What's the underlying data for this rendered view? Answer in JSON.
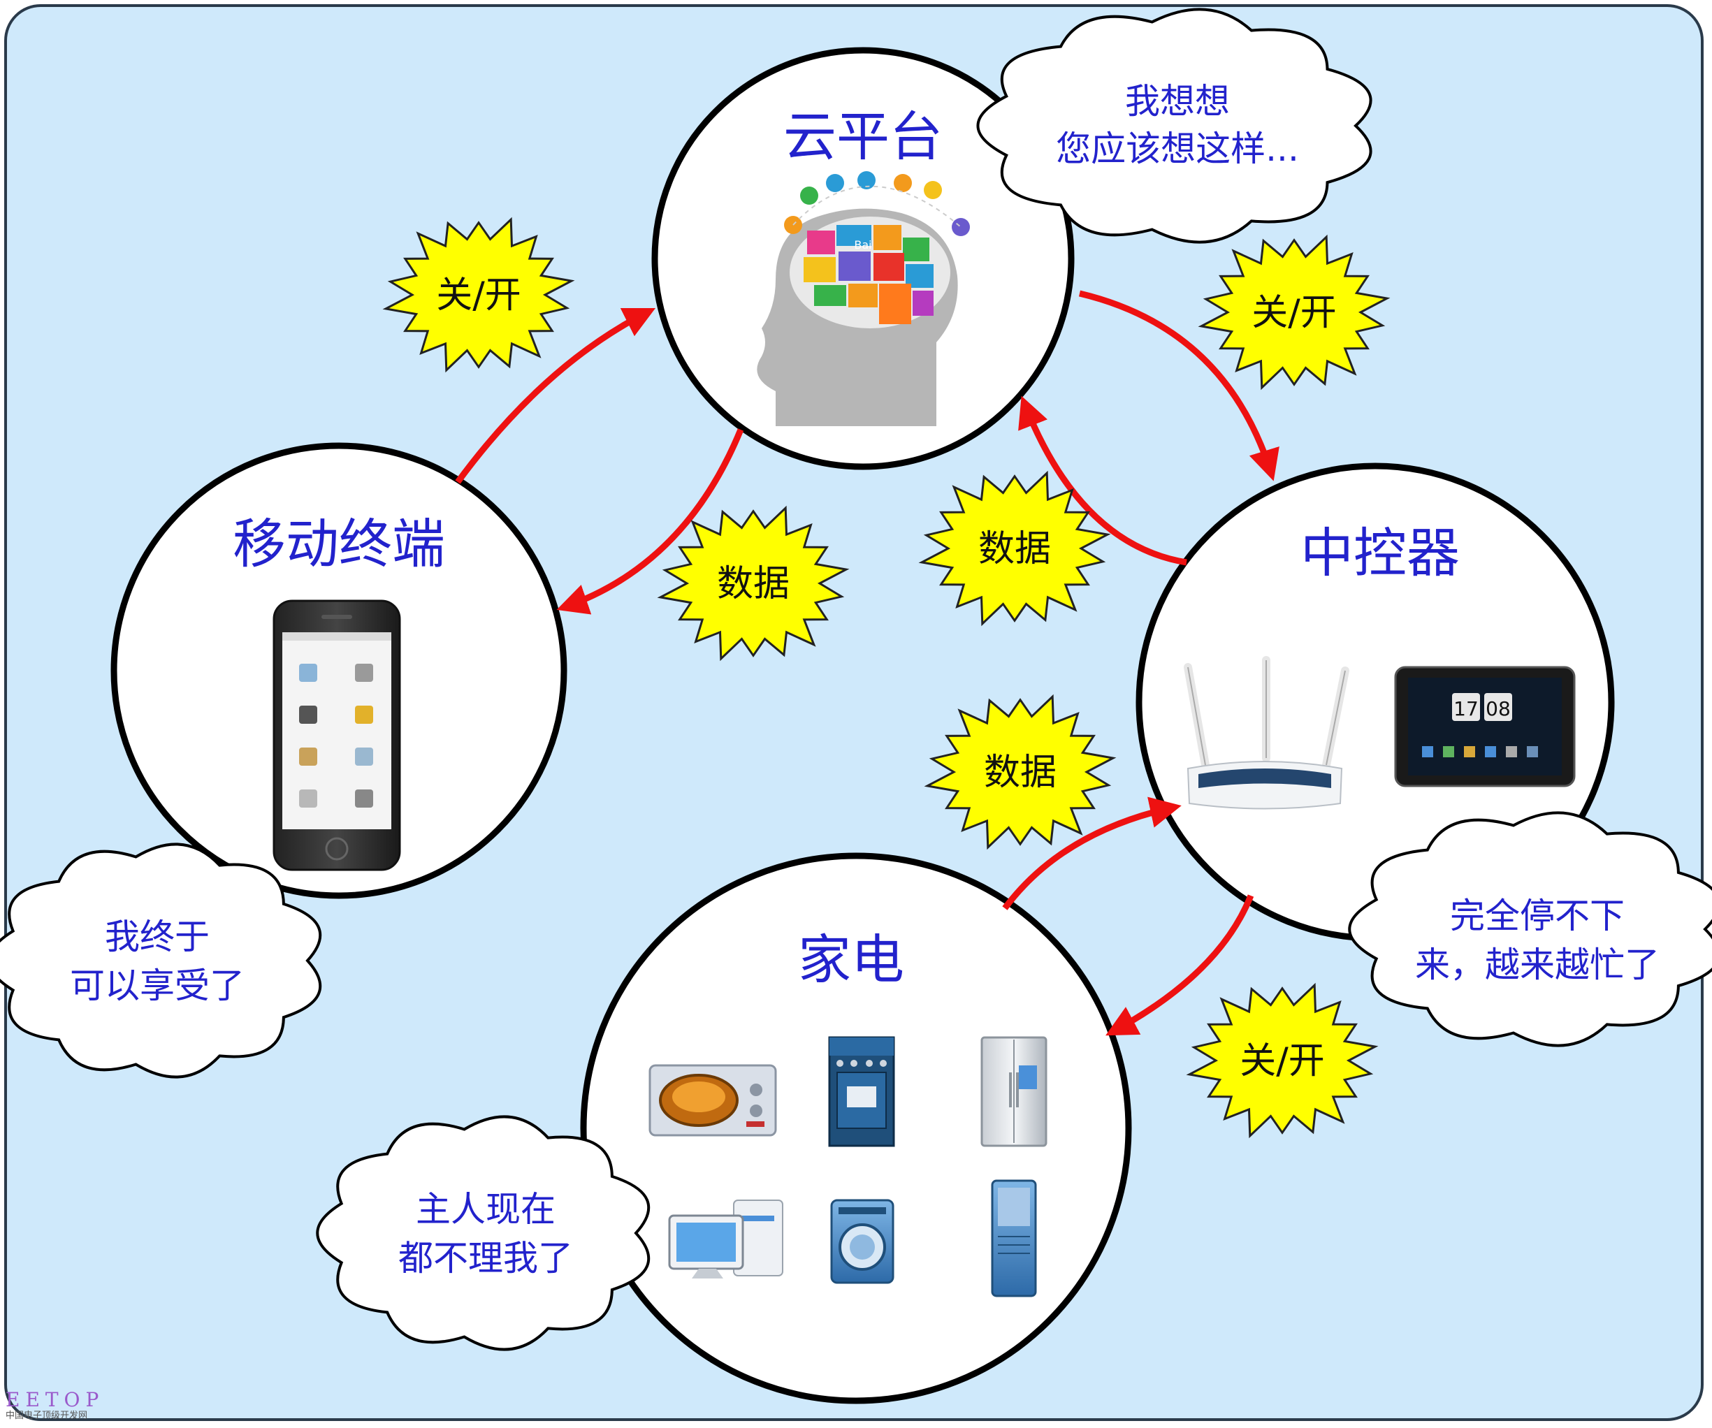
{
  "nodes": {
    "cloud_platform": "云平台",
    "mobile_terminal": "移动终端",
    "central_controller": "中控器",
    "appliances": "家电"
  },
  "bursts": {
    "onoff": "关/开",
    "data": "数据"
  },
  "thought_clouds": {
    "cloud_platform": [
      "我想想",
      "您应该想这样..."
    ],
    "mobile_terminal": [
      "我终于",
      "可以享受了"
    ],
    "central_controller": [
      "完全停不下",
      "来，越来越忙了"
    ],
    "appliances": [
      "主人现在",
      "都不理我了"
    ]
  },
  "device_screen": {
    "clock_hours": "17",
    "clock_minutes": "08"
  },
  "watermark": {
    "brand": "EETOP",
    "sub": "中国电子顶级开发网"
  },
  "colors": {
    "background": "#cfe9fb",
    "arrow": "#ee1111",
    "title": "#2222cc",
    "burst": "#ffff00"
  }
}
